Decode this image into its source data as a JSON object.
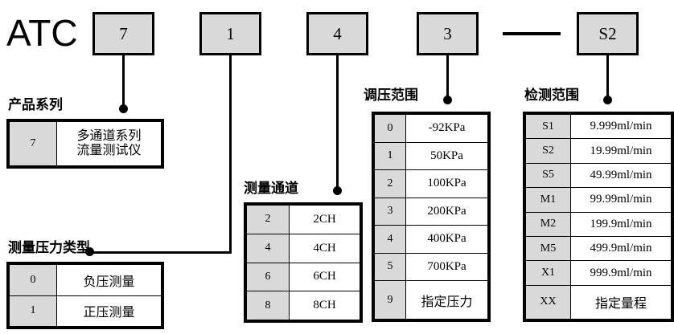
{
  "model_code": {
    "prefix": "ATC",
    "boxes": [
      {
        "value": "7",
        "name": "product-series-code"
      },
      {
        "value": "1",
        "name": "pressure-type-code"
      },
      {
        "value": "4",
        "name": "channel-code"
      },
      {
        "value": "3",
        "name": "pressure-range-code"
      },
      {
        "value": "S2",
        "name": "detection-range-code"
      }
    ],
    "separator": "—"
  },
  "groups": {
    "product_series": {
      "caption": "产品系列",
      "rows": [
        {
          "code": "7",
          "line1": "多通道系列",
          "line2": "流量测试仪"
        }
      ]
    },
    "pressure_type": {
      "caption": "测量压力类型",
      "rows": [
        {
          "code": "0",
          "desc": "负压测量"
        },
        {
          "code": "1",
          "desc": "正压测量"
        }
      ]
    },
    "channels": {
      "caption": "测量通道",
      "rows": [
        {
          "code": "2",
          "desc": "2CH"
        },
        {
          "code": "4",
          "desc": "4CH"
        },
        {
          "code": "6",
          "desc": "6CH"
        },
        {
          "code": "8",
          "desc": "8CH"
        }
      ]
    },
    "pressure_range": {
      "caption": "调压范围",
      "rows": [
        {
          "code": "0",
          "desc": "-92KPa"
        },
        {
          "code": "1",
          "desc": "50KPa"
        },
        {
          "code": "2",
          "desc": "100KPa"
        },
        {
          "code": "3",
          "desc": "200KPa"
        },
        {
          "code": "4",
          "desc": "400KPa"
        },
        {
          "code": "5",
          "desc": "700KPa"
        },
        {
          "code": "9",
          "desc": "指定压力"
        }
      ]
    },
    "detection_range": {
      "caption": "检测范围",
      "rows": [
        {
          "code": "S1",
          "desc": "9.999ml/min"
        },
        {
          "code": "S2",
          "desc": "19.99ml/min"
        },
        {
          "code": "S5",
          "desc": "49.99ml/min"
        },
        {
          "code": "M1",
          "desc": "99.99ml/min"
        },
        {
          "code": "M2",
          "desc": "199.9ml/min"
        },
        {
          "code": "M5",
          "desc": "499.9ml/min"
        },
        {
          "code": "X1",
          "desc": "999.9ml/min"
        },
        {
          "code": "XX",
          "desc": "指定量程"
        }
      ]
    }
  },
  "colors": {
    "cell_fill": "#d9d9d9",
    "line": "#000000",
    "background": "#ffffff"
  }
}
